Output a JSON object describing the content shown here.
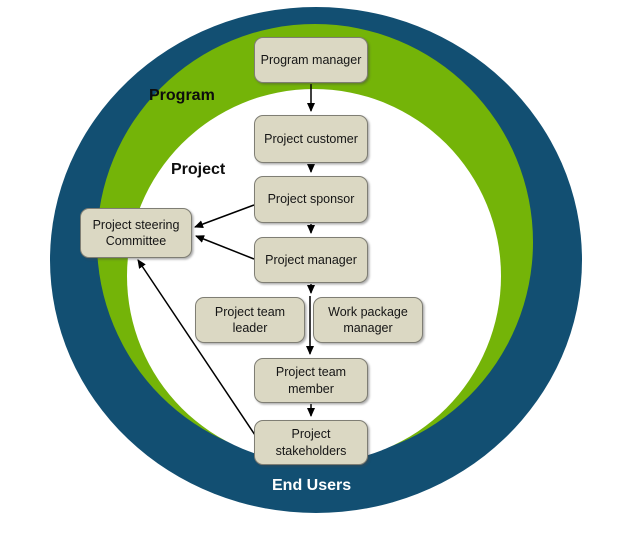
{
  "labels": {
    "program": "Program",
    "project": "Project",
    "end_users": "End Users"
  },
  "nodes": {
    "program_manager": "Program manager",
    "project_customer": "Project customer",
    "project_sponsor": "Project sponsor",
    "project_steering_committee": "Project steering\nCommittee",
    "project_manager": "Project manager",
    "project_team_leader": "Project team\nleader",
    "work_package_manager": "Work package\nmanager",
    "project_team_member": "Project team\nmember",
    "project_stakeholders": "Project\nstakeholders"
  },
  "edges": [
    {
      "from": "Program manager",
      "to": "Project customer"
    },
    {
      "from": "Project customer",
      "to": "Project sponsor"
    },
    {
      "from": "Project sponsor",
      "to": "Project manager"
    },
    {
      "from": "Project sponsor",
      "to": "Project steering Committee"
    },
    {
      "from": "Project manager",
      "to": "Project steering Committee"
    },
    {
      "from": "Project manager",
      "to": "Project team member"
    },
    {
      "from": "Project team member",
      "to": "Project stakeholders"
    },
    {
      "from": "Project stakeholders",
      "to": "Project steering Committee"
    }
  ],
  "colors": {
    "outer_ring_blue": "#124f72",
    "program_ring_green": "#74b408",
    "inner_circle_white": "#ffffff",
    "node_fill": "#dbd8c3",
    "node_border": "#7f7e74",
    "arrow_black": "#000000",
    "end_users_text": "#ffffff"
  }
}
